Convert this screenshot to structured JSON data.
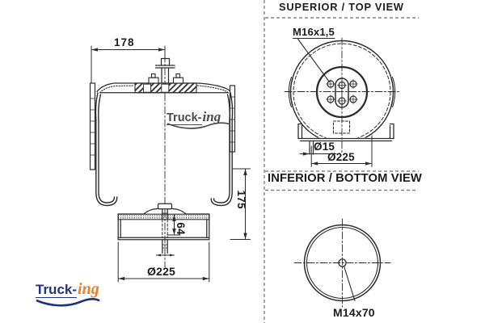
{
  "side_view": {
    "dim_top_width": "178",
    "dim_height": "175",
    "dim_stud_length": "64",
    "dim_piston_diameter": "Ø225"
  },
  "top_view": {
    "header": "SUPERIOR / TOP VIEW",
    "thread_label": "M16x1,5",
    "stud_diameter_label": "Ø15",
    "plate_diameter_label": "Ø225"
  },
  "bottom_view": {
    "header": "INFERIOR / BOTTOM VIEW",
    "thread_label": "M14x70"
  },
  "branding": {
    "watermark_text_bold": "Truck-",
    "watermark_text_script": "ing",
    "logo_text_bold": "Truck-",
    "logo_text_script": "ing",
    "colors": {
      "logo_navy": "#203283",
      "logo_orange": "#ee7d23",
      "watermark_gray": "#4a4a4a",
      "drawing_line": "#2b2b2b",
      "divider_gray": "#6e6e6e"
    }
  }
}
